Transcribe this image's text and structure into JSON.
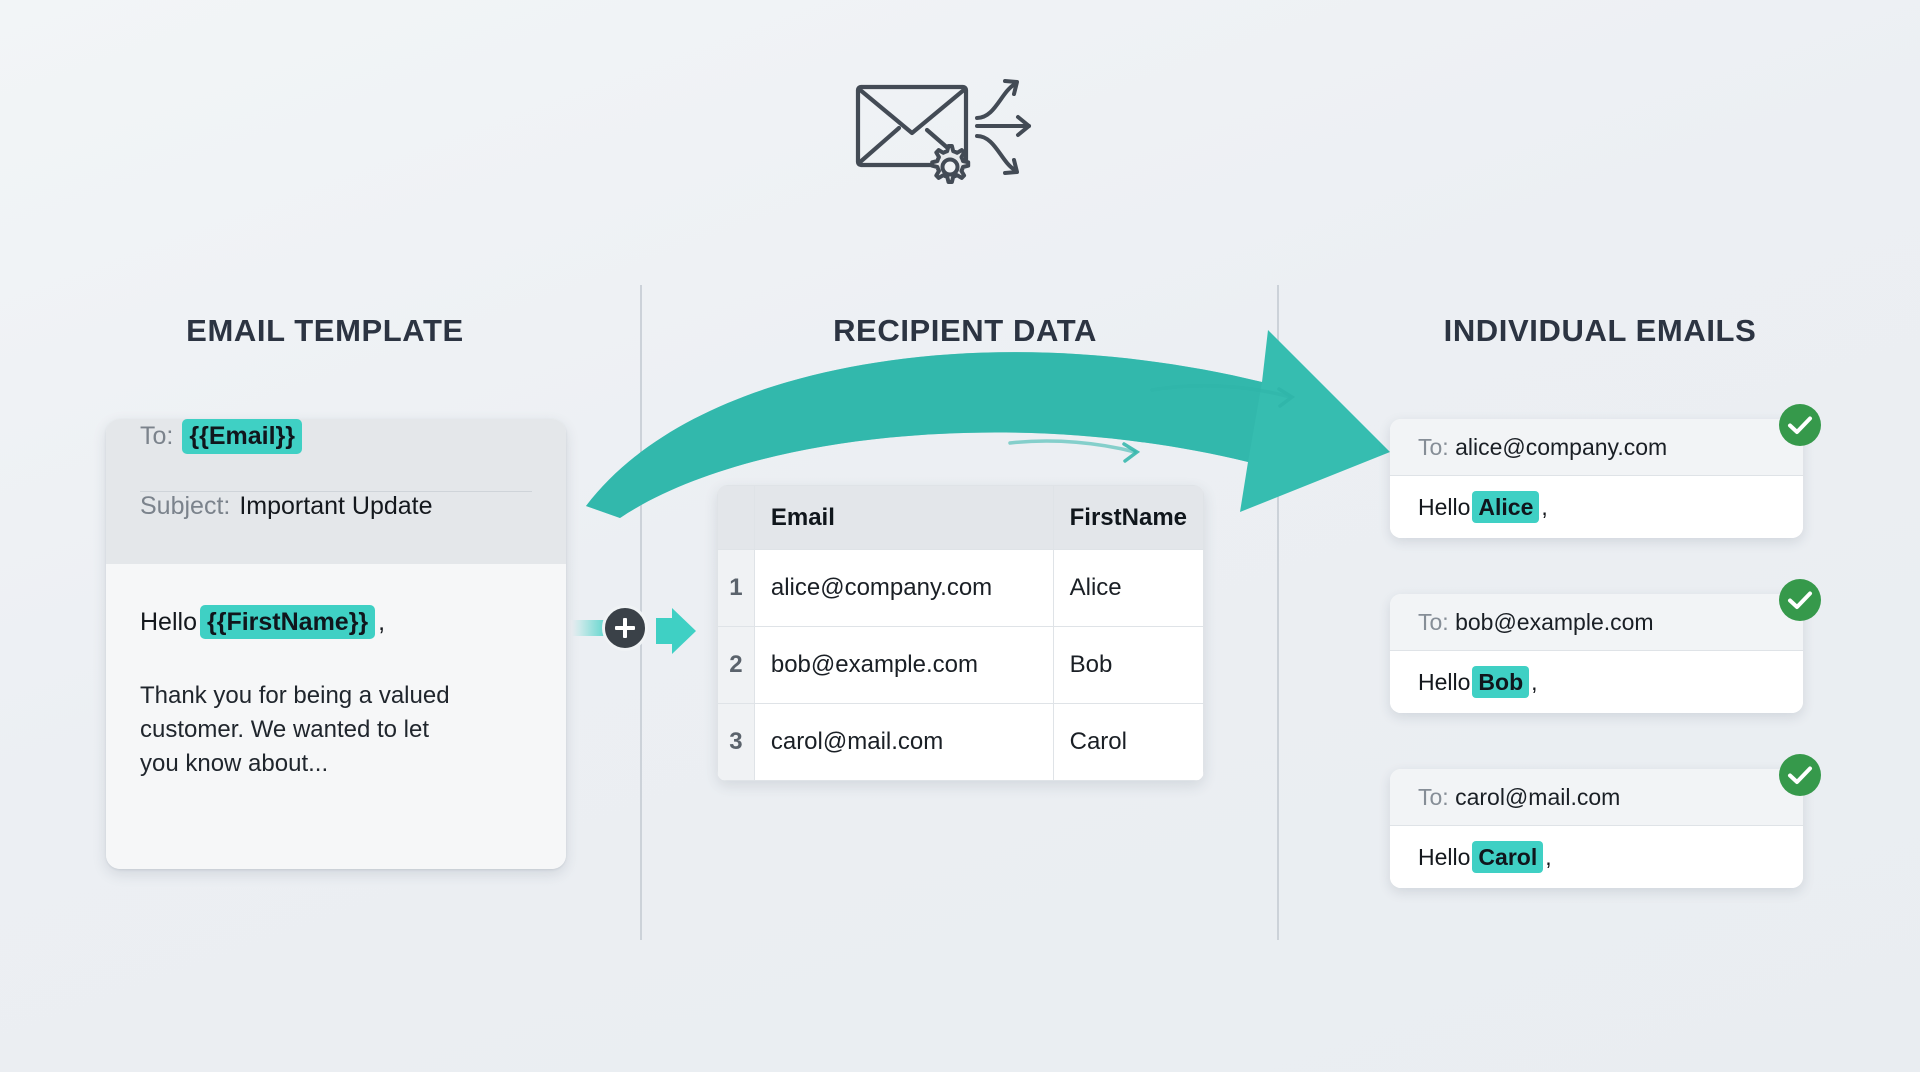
{
  "page": {
    "background_color": "#eef1f4",
    "accent_teal": "#3fd0c4",
    "accent_green": "#36994b",
    "divider_color": "#ccd2d9"
  },
  "header": {
    "icon": "envelope-gear-arrows-icon"
  },
  "columns": {
    "template_heading": "EMAIL TEMPLATE",
    "data_heading": "RECIPIENT DATA",
    "emails_heading": "INDIVIDUAL EMAILS"
  },
  "template_card": {
    "to_label": "To:",
    "to_value": "{{Email}}",
    "subject_label": "Subject:",
    "subject_value": "Important Update",
    "greeting_prefix": "Hello",
    "greeting_tag": "{{FirstName}}",
    "greeting_suffix": ",",
    "body_paragraph": "Thank you for being a valued customer. We wanted to let you know about..."
  },
  "connector": {
    "plus_label": "+",
    "icon": "plus-merge-icon"
  },
  "recipient_table": {
    "index_header": "",
    "columns": [
      "Email",
      "FirstName"
    ],
    "rows": [
      {
        "index": "1",
        "email": "alice@company.com",
        "firstname": "Alice"
      },
      {
        "index": "2",
        "email": "bob@example.com",
        "firstname": "Bob"
      },
      {
        "index": "3",
        "email": "carol@mail.com",
        "firstname": "Carol"
      }
    ]
  },
  "individual_emails": [
    {
      "to_prefix": "To: ",
      "to_value": "alice@company.com",
      "greeting_prefix": "Hello",
      "name": "Alice",
      "greeting_suffix": ",",
      "status_icon": "check-circle-icon"
    },
    {
      "to_prefix": "To: ",
      "to_value": "bob@example.com",
      "greeting_prefix": "Hello",
      "name": "Bob",
      "greeting_suffix": ",",
      "status_icon": "check-circle-icon"
    },
    {
      "to_prefix": "To: ",
      "to_value": "carol@mail.com",
      "greeting_prefix": "Hello",
      "name": "Carol",
      "greeting_suffix": ",",
      "status_icon": "check-circle-icon"
    }
  ]
}
